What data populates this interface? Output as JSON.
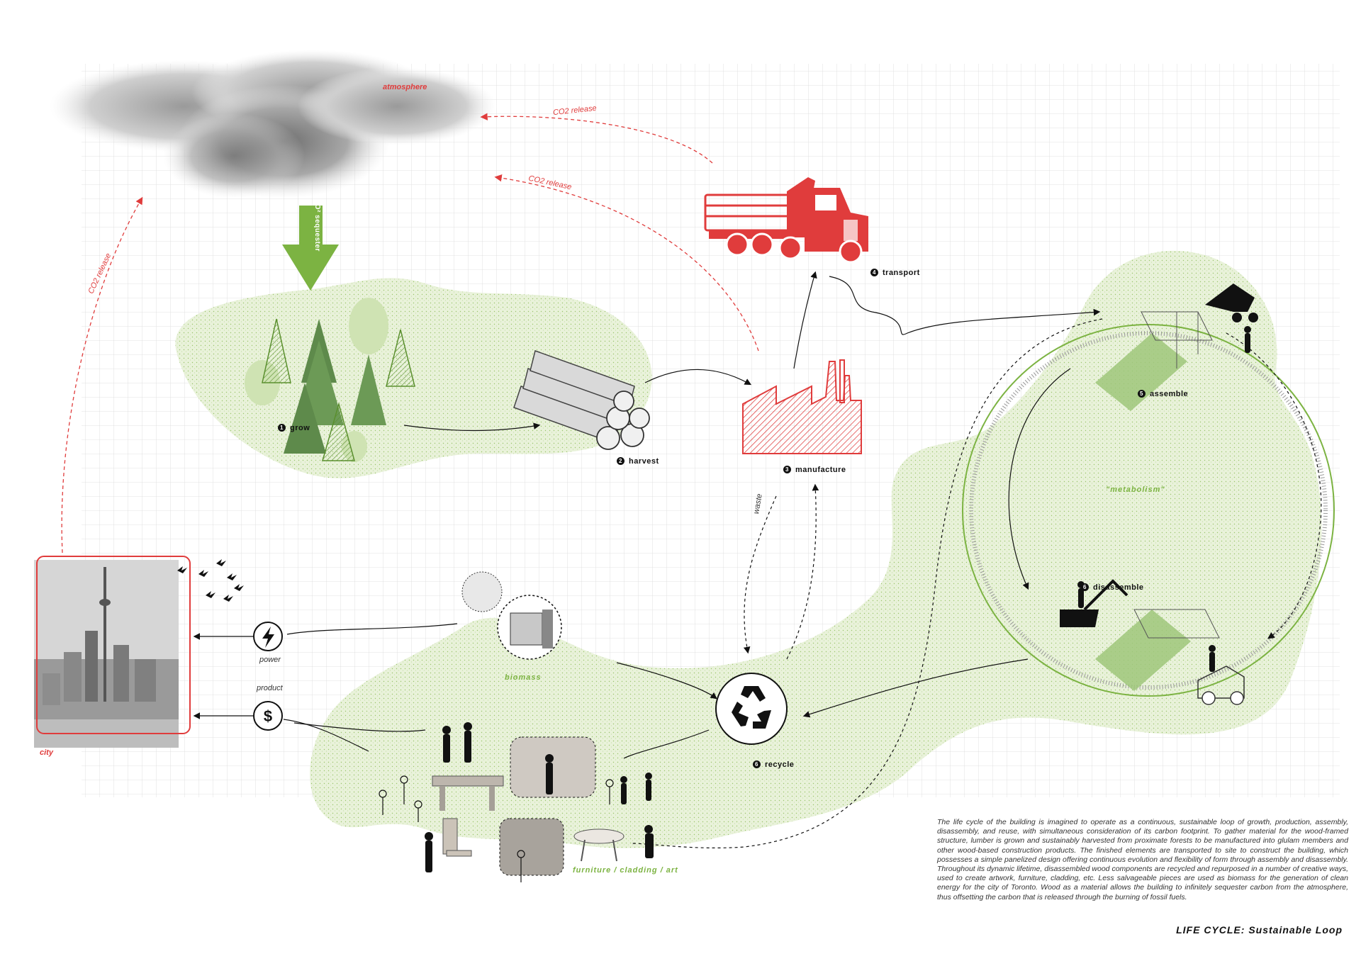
{
  "title": "LIFE CYCLE: Sustainable Loop",
  "description": "The life cycle of the building is imagined to operate as a continuous, sustainable loop of growth, production, assembly, disassembly, and reuse, with simultaneous consideration of its carbon footprint. To gather material for the wood-framed structure, lumber is grown and sustainably harvested from proximate forests to be manufactured into glulam members and other wood-based construction products. The finished elements are transported to site to construct the building, which possesses a simple panelized design offering continuous evolution and flexibility of form through assembly and disassembly. Throughout its dynamic lifetime, disassembled wood components are recycled and repurposed in a number of creative ways, used to create artwork, furniture, cladding, etc. Less salvageable pieces are used as biomass for the generation of clean energy for the city of Toronto. Wood as a material allows the building to infinitely sequester carbon from the atmosphere, thus offsetting the carbon that is released through the burning of fossil fuels.",
  "labels": {
    "atmosphere": "atmosphere",
    "co2_sequester": "CO² sequester",
    "co2_release_top": "CO2 release",
    "co2_release_mid": "CO2 release",
    "co2_release_left": "CO2 release",
    "city": "city",
    "power": "power",
    "product": "product",
    "biomass": "biomass",
    "furniture": "furniture / cladding / art",
    "metabolism": "\"metabolism\"",
    "waste": "waste"
  },
  "stages": [
    {
      "num": "1",
      "label": "grow"
    },
    {
      "num": "2",
      "label": "harvest"
    },
    {
      "num": "3",
      "label": "manufacture"
    },
    {
      "num": "4",
      "label": "transport"
    },
    {
      "num": "5",
      "label": "assemble"
    },
    {
      "num": "6",
      "label": "disassemble"
    },
    {
      "num": "6",
      "label": "recycle"
    }
  ],
  "colors": {
    "red": "#e03c3c",
    "green": "#7cb342",
    "green_fill": "#dcebc4",
    "grid": "#dadada"
  },
  "icons": [
    "cloud-icon",
    "tree-icon",
    "log-pile-icon",
    "factory-icon",
    "truck-icon",
    "excavator-icon",
    "recycle-icon",
    "lightning-icon",
    "dollar-icon",
    "bird-icon",
    "person-silhouette-icon",
    "table-icon",
    "chair-icon",
    "boiler-icon"
  ]
}
